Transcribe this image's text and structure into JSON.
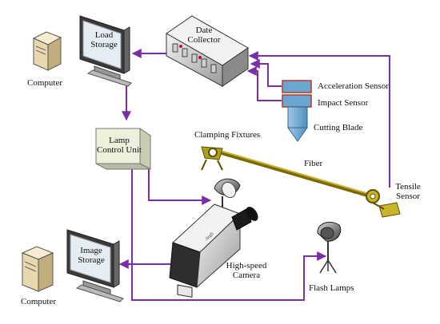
{
  "labels": {
    "computer_top": "Computer",
    "load_storage_line1": "Load",
    "load_storage_line2": "Storage",
    "data_collector_line1": "Date",
    "data_collector_line2": "Collector",
    "acceleration_sensor": "Acceleration Sensor",
    "impact_sensor": "Impact Sensor",
    "cutting_blade": "Cutting Blade",
    "lamp_control_line1": "Lamp",
    "lamp_control_line2": "Control Unit",
    "clamping_fixtures": "Clamping Fixtures",
    "fiber": "Fiber",
    "tensile_sensor_line1": "Tensile",
    "tensile_sensor_line2": "Sensor",
    "image_storage_line1": "Image",
    "image_storage_line2": "Storage",
    "computer_bottom": "Computer",
    "high_speed_camera_line1": "High-speed",
    "high_speed_camera_line2": "Camera",
    "flash_lamps": "Flash Lamps"
  },
  "colors": {
    "connection": "#7a2fa8",
    "fixture": "#8a7a0a",
    "sensor_blue": "#5b9bc6",
    "sensor_outline": "#b23a2a",
    "lamp_unit": "#eef0dc"
  }
}
